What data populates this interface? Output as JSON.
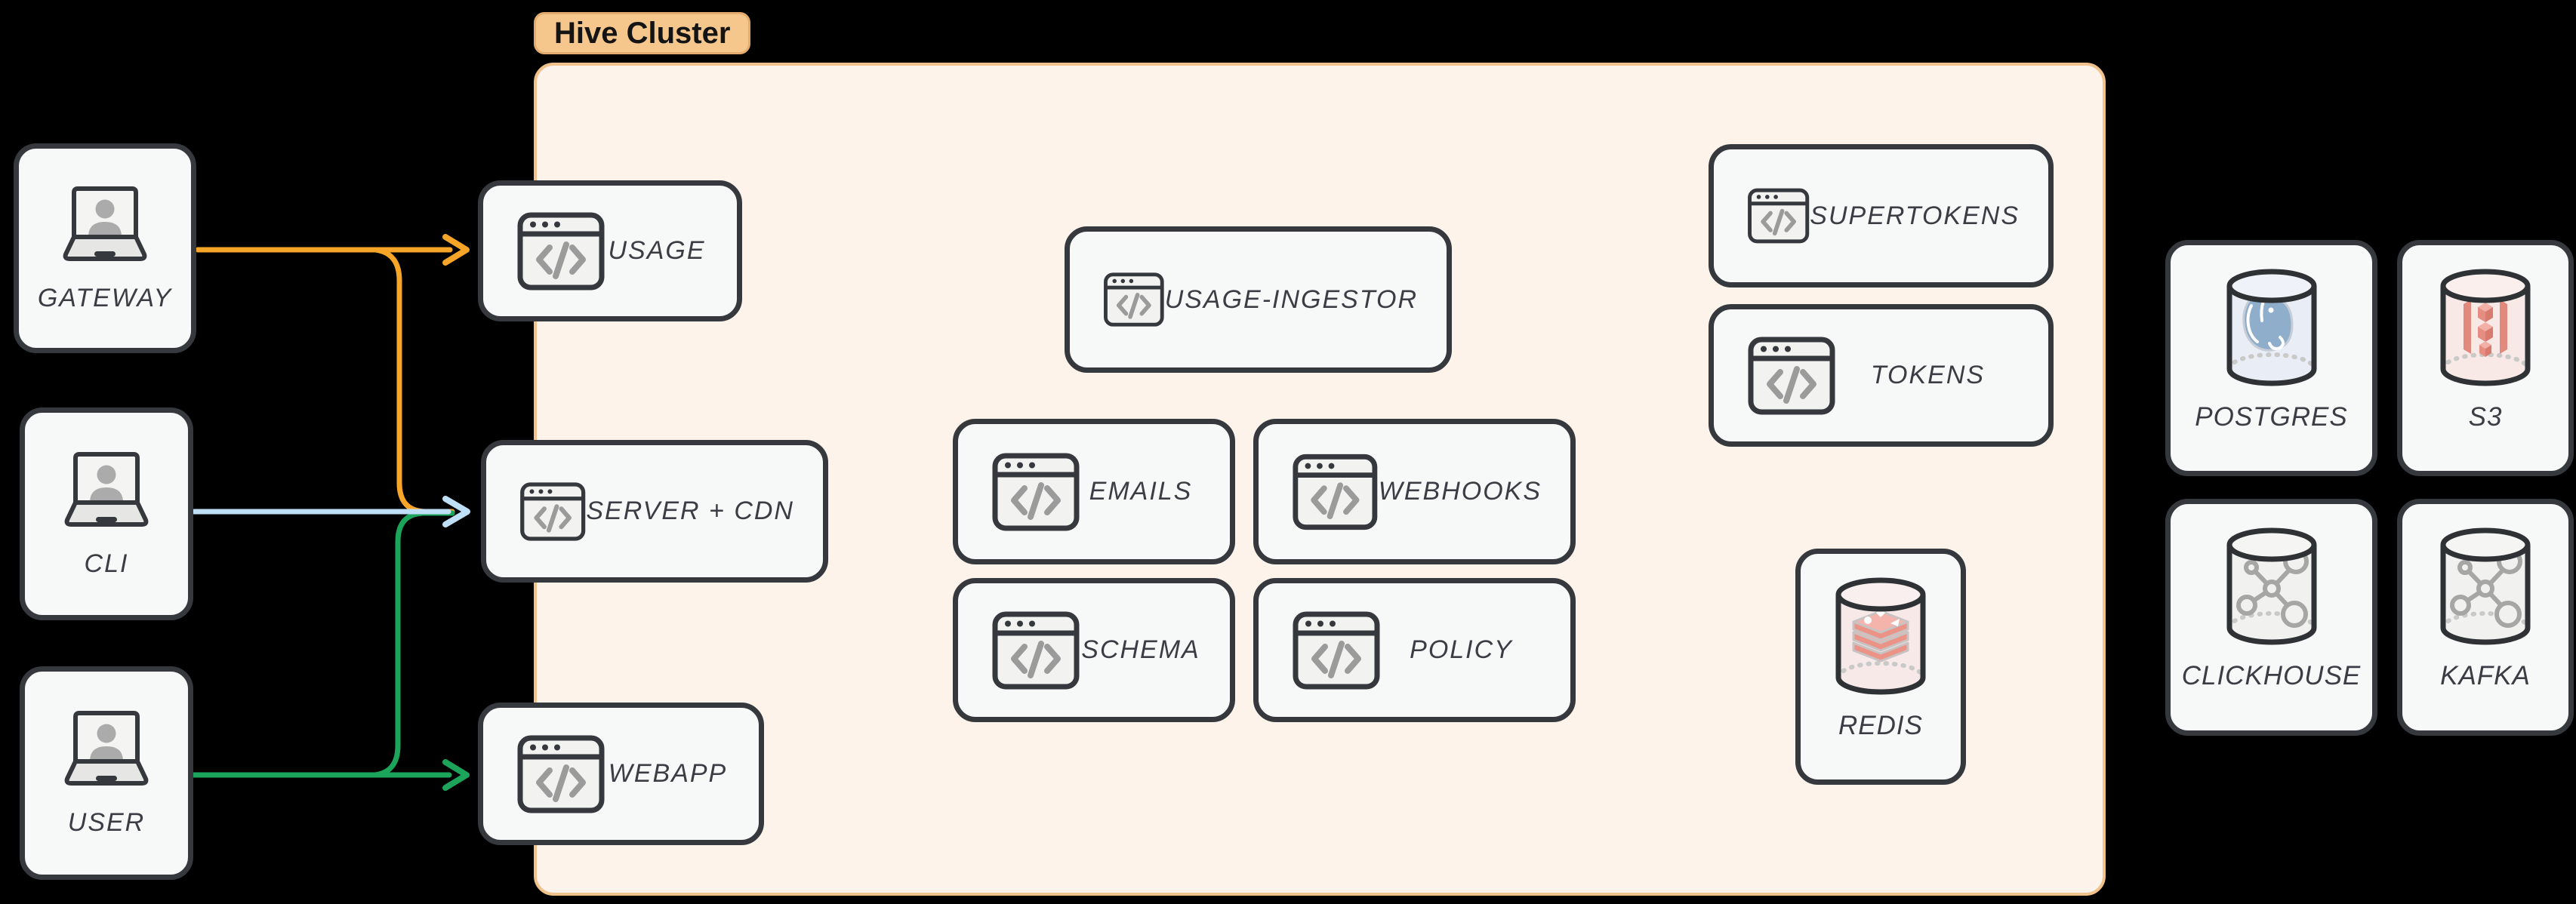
{
  "cluster": {
    "label": "Hive Cluster"
  },
  "clients": [
    {
      "label": "GATEWAY"
    },
    {
      "label": "CLI"
    },
    {
      "label": "USER"
    }
  ],
  "services": [
    {
      "label": "USAGE"
    },
    {
      "label": "SERVER + CDN"
    },
    {
      "label": "WEBAPP"
    },
    {
      "label": "USAGE-INGESTOR"
    },
    {
      "label": "EMAILS"
    },
    {
      "label": "WEBHOOKS"
    },
    {
      "label": "SCHEMA"
    },
    {
      "label": "POLICY"
    },
    {
      "label": "SUPERTOKENS"
    },
    {
      "label": "TOKENS"
    },
    {
      "label": "REDIS"
    }
  ],
  "databases": [
    {
      "label": "POSTGRES"
    },
    {
      "label": "S3"
    },
    {
      "label": "CLICKHOUSE"
    },
    {
      "label": "KAFKA"
    }
  ],
  "edges": [
    {
      "from": "GATEWAY",
      "to": "USAGE",
      "color": "#F7A528"
    },
    {
      "from": "GATEWAY",
      "to": "SERVER + CDN",
      "color": "#F7A528"
    },
    {
      "from": "CLI",
      "to": "SERVER + CDN",
      "color": "#BFDFF6"
    },
    {
      "from": "USER",
      "to": "WEBAPP",
      "color": "#1DA45B"
    },
    {
      "from": "USER",
      "to": "SERVER + CDN",
      "color": "#1DA45B"
    }
  ],
  "colors": {
    "background": "#000000",
    "card_fill": "#F7F8F8",
    "card_border": "#35393D",
    "cluster_fill": "#FDF3EB",
    "cluster_border": "#F1C28C",
    "badge_fill": "#F5C78C",
    "arrow_orange": "#F7A528",
    "arrow_blue": "#BFDFF6",
    "arrow_green": "#1DA45B"
  }
}
